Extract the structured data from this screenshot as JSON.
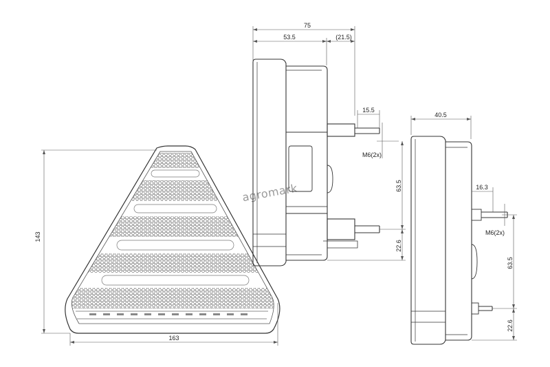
{
  "watermark": "agromark",
  "front_view": {
    "height_label": "143",
    "width_label": "163"
  },
  "side_view_left": {
    "overall_depth_label": "75",
    "body_depth_label": "53.5",
    "stud_length_label": "(21.5)",
    "stud_offset_label": "15.5",
    "thread_label": "M6(2x)",
    "stud_spacing_label": "63.5",
    "stud_bottom_label": "22.6"
  },
  "side_view_right": {
    "depth_label": "40.5",
    "stud_offset_label": "16.3",
    "thread_label": "M6(2x)",
    "stud_spacing_label": "63.5",
    "stud_bottom_label": "22.6"
  }
}
